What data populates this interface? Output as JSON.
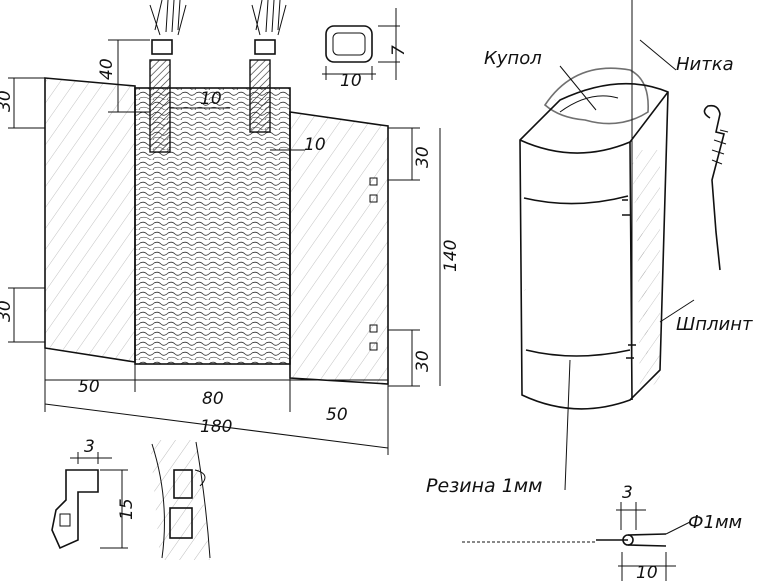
{
  "labels": {
    "kupol": "Купол",
    "nitka": "Нитка",
    "shplint": "Шплинт",
    "rezina": "Резина 1мм",
    "diameter": "Ф1мм"
  },
  "dimensions": {
    "d40": "40",
    "d10_strap": "10",
    "d10_side": "10",
    "d30_left_top": "30",
    "d30_left_bottom": "30",
    "d30_right_top": "30",
    "d30_right_bottom": "30",
    "d140": "140",
    "d50_left": "50",
    "d80": "80",
    "d50_right": "50",
    "d180": "180",
    "buckle_10": "10",
    "buckle_7": "7",
    "clip_3": "3",
    "clip_15": "15",
    "pin_3": "3",
    "pin_10": "10"
  }
}
